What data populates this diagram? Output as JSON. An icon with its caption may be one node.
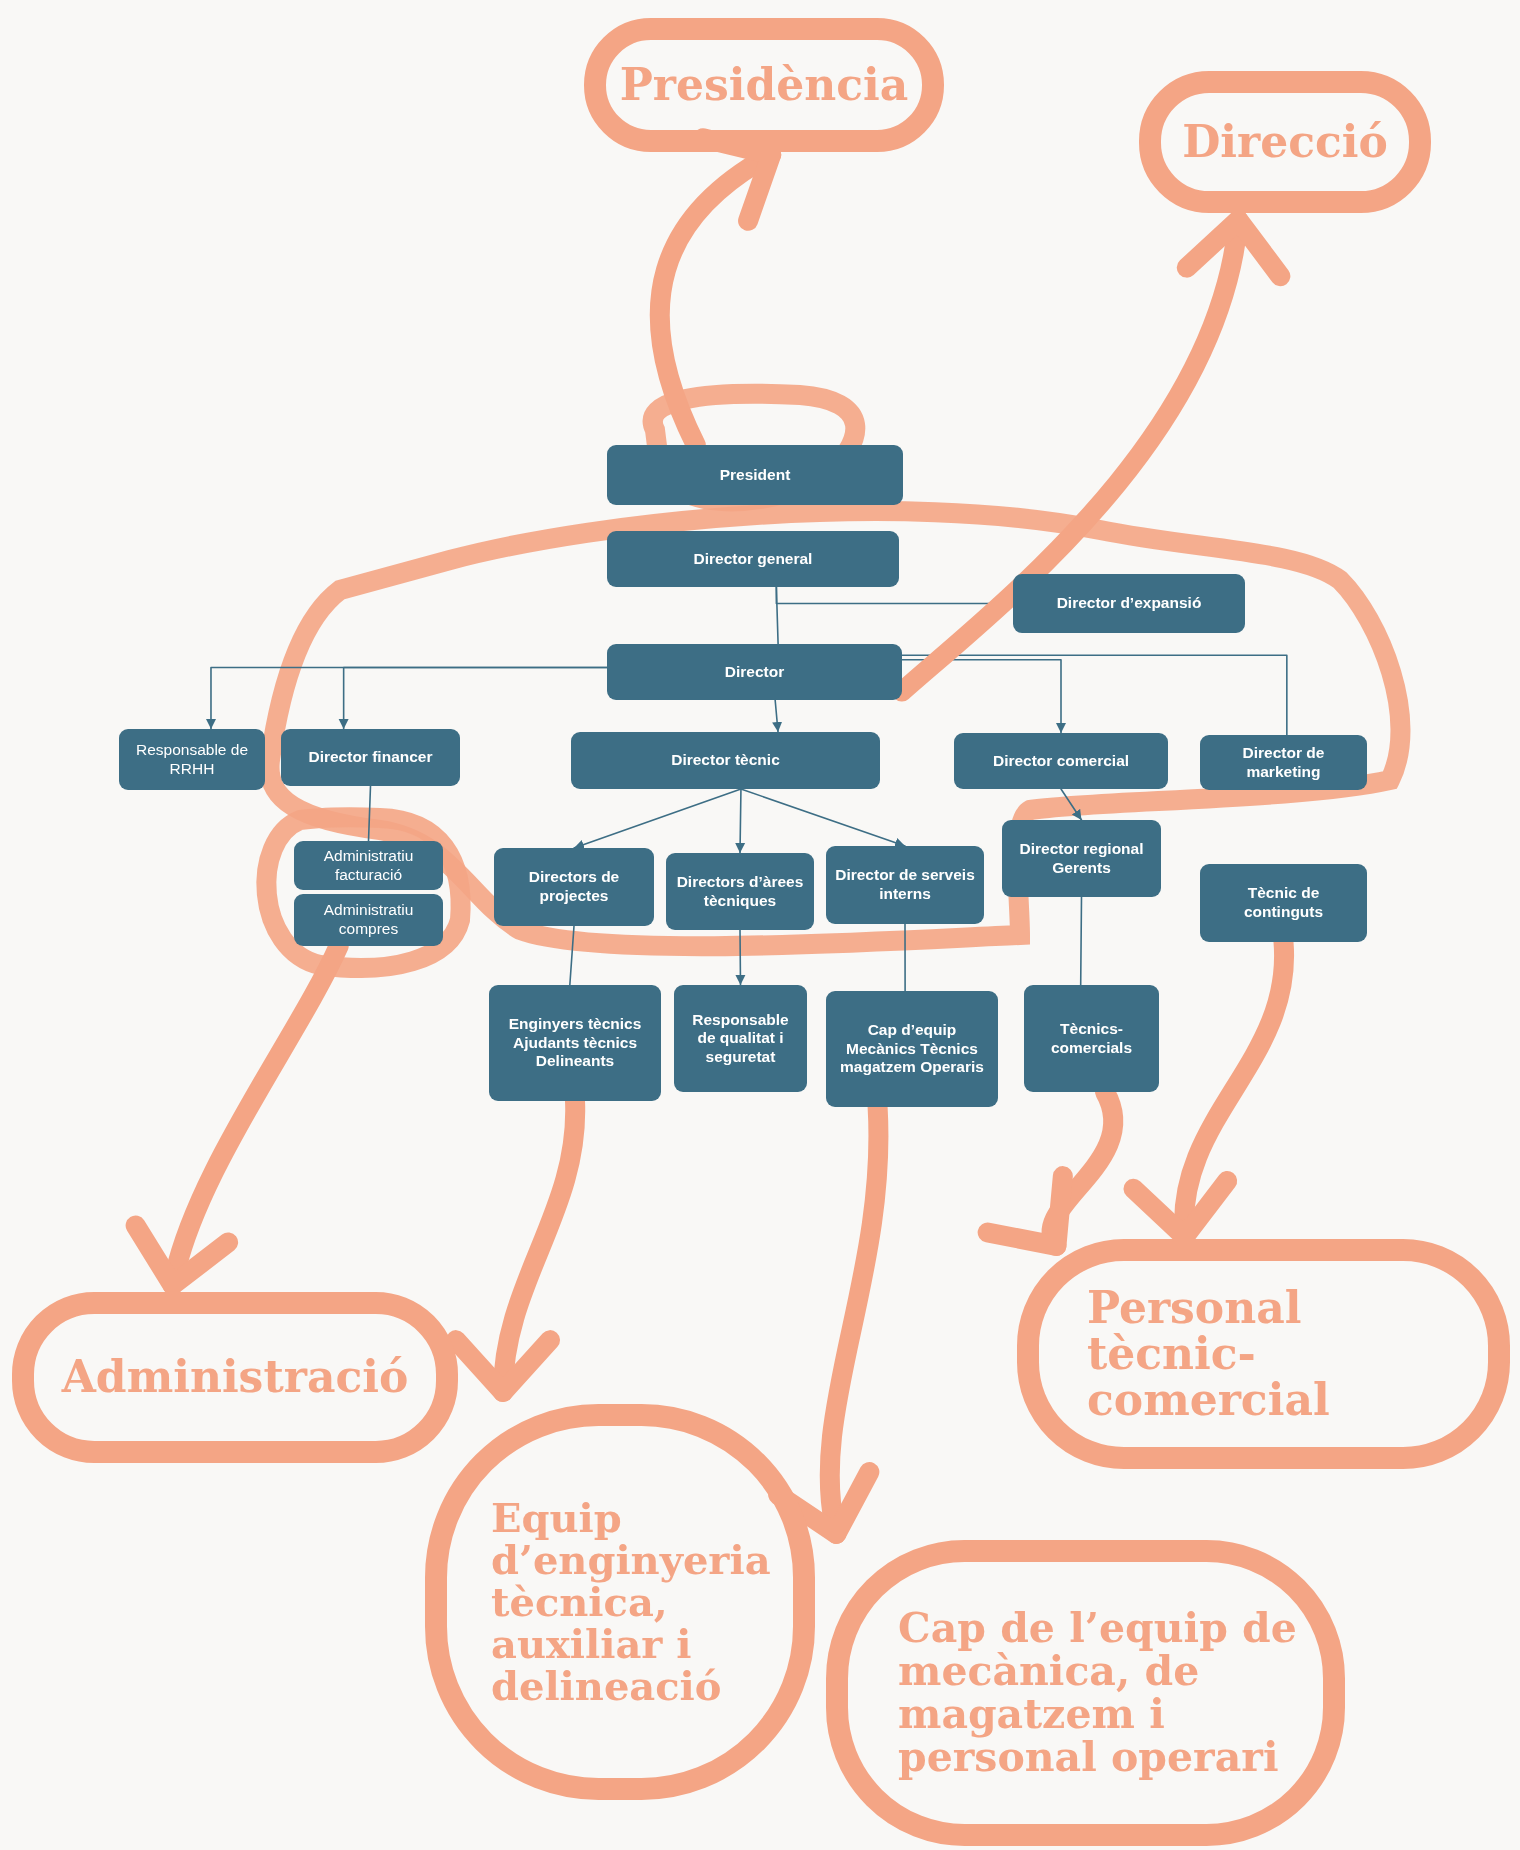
{
  "diagram": {
    "nodes": [
      {
        "text": [
          "Presidència"
        ]
      },
      {
        "text": [
          "Direcció"
        ]
      },
      {
        "text": [
          "President"
        ]
      },
      {
        "text": [
          "Director general"
        ]
      },
      {
        "text": [
          "Director d’expansió"
        ]
      },
      {
        "text": [
          "Director"
        ]
      },
      {
        "text": [
          "Responsable de RRHH"
        ]
      },
      {
        "text": [
          "Director financer"
        ]
      },
      {
        "text": [
          "Director tècnic"
        ]
      },
      {
        "text": [
          "Director comercial"
        ]
      },
      {
        "text": [
          "Director de marketing"
        ]
      },
      {
        "text": [
          "Administratiu facturació"
        ]
      },
      {
        "text": [
          "Director regional Gerents"
        ]
      },
      {
        "text": [
          "Administratiu compres"
        ]
      },
      {
        "text": [
          "Directors de projectes"
        ]
      },
      {
        "text": [
          "Directors d’àrees tècniques"
        ]
      },
      {
        "text": [
          "Director de serveis interns"
        ]
      },
      {
        "text": [
          "Tècnic de continguts"
        ]
      },
      {
        "text": [
          "Enginyers tècnics Ajudants tècnics Delineants"
        ]
      },
      {
        "text": [
          "Responsable de qualitat i seguretat"
        ]
      },
      {
        "text": [
          "Cap d’equip Mecànics Tècnics magatzem Operaris"
        ]
      },
      {
        "text": [
          "Tècnics-comercials"
        ]
      },
      {
        "text": [
          "Personal tècnic-comercial"
        ]
      },
      {
        "text": [
          "Administració"
        ]
      },
      {
        "text": [
          "Equip d’enginyeria tècnica, auxiliar i delineació"
        ]
      },
      {
        "text": [
          "Cap de l’equip de mecànica, de magatzem i personal operari"
        ]
      }
    ],
    "edges": [
      {
        "from": 3,
        "to": 4,
        "arrow": "to"
      },
      {
        "from": 3,
        "to": 5,
        "arrow": "none"
      },
      {
        "from": 5,
        "to": 6,
        "arrow": "to"
      },
      {
        "from": 5,
        "to": 7,
        "arrow": "to"
      },
      {
        "from": 5,
        "to": 8,
        "arrow": "to"
      },
      {
        "from": 5,
        "to": 9,
        "arrow": "to"
      },
      {
        "from": 5,
        "to": 10,
        "arrow": "none"
      },
      {
        "from": 7,
        "to": 11,
        "arrow": "none"
      },
      {
        "from": 8,
        "to": 14,
        "arrow": "to"
      },
      {
        "from": 8,
        "to": 15,
        "arrow": "to"
      },
      {
        "from": 8,
        "to": 16,
        "arrow": "to"
      },
      {
        "from": 9,
        "to": 12,
        "arrow": "to"
      },
      {
        "from": 14,
        "to": 18,
        "arrow": "none"
      },
      {
        "from": 15,
        "to": 19,
        "arrow": "to"
      },
      {
        "from": 16,
        "to": 20,
        "arrow": "none"
      },
      {
        "from": 12,
        "to": 21,
        "arrow": "none"
      },
      {
        "from": 2,
        "to": 0,
        "arrow": "to",
        "style": "thick",
        "color": "#f4a585"
      },
      {
        "from": 5,
        "to": 1,
        "arrow": "to",
        "style": "thick",
        "color": "#f4a585"
      },
      {
        "from": 13,
        "to": 23,
        "arrow": "to",
        "style": "thick",
        "color": "#f4a585"
      },
      {
        "from": 18,
        "to": 24,
        "arrow": "to",
        "style": "thick",
        "color": "#f4a585"
      },
      {
        "from": 20,
        "to": 25,
        "arrow": "to",
        "style": "thick",
        "color": "#f4a585"
      },
      {
        "from": 21,
        "to": 22,
        "arrow": "to",
        "style": "thick",
        "color": "#f4a585"
      },
      {
        "from": 17,
        "to": 22,
        "arrow": "to",
        "style": "thick",
        "color": "#f4a585"
      }
    ]
  }
}
